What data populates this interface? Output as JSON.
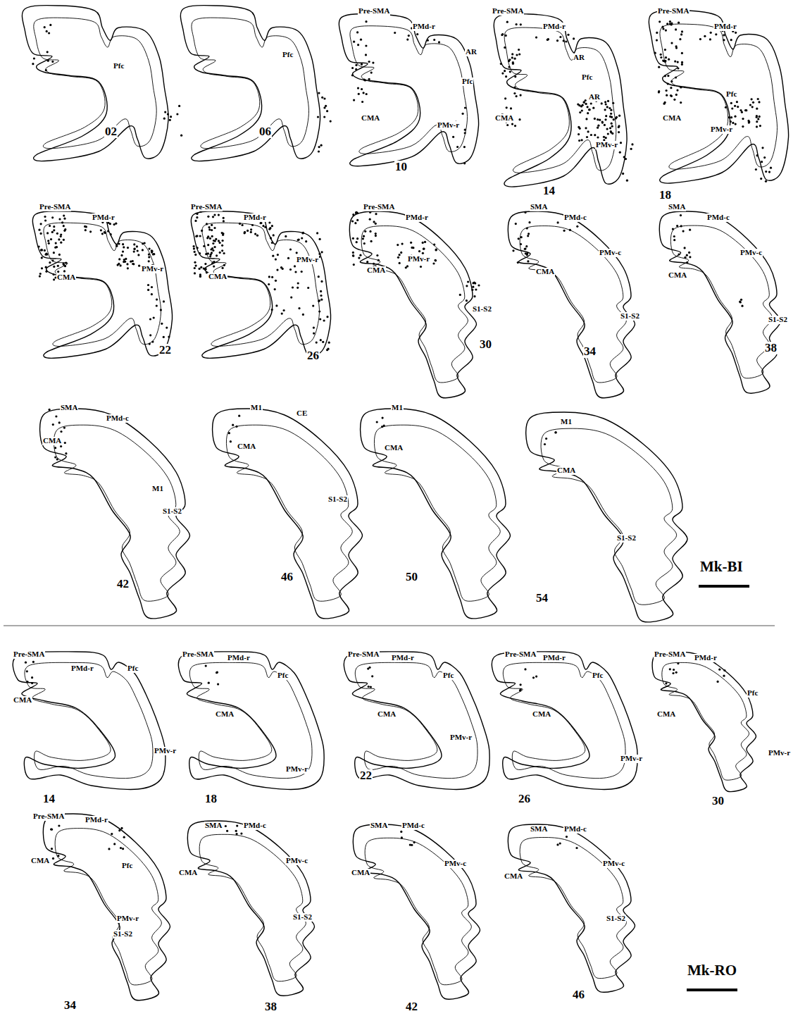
{
  "diagram": {
    "labels": [
      "Pfc",
      "02",
      "Pfc",
      "06",
      "Pre-SMA",
      "PMd-r",
      "AR",
      "CMA",
      "Pfc",
      "PMv-r",
      "10",
      "Pre-SMA",
      "PMd-r",
      "AR",
      "CMA",
      "Pfc",
      "AR",
      "PMv-r",
      "14",
      "Pre-SMA",
      "PMd-r",
      "CMA",
      "Pfc",
      "PMv-r",
      "18",
      "Pre-SMA",
      "PMd-r",
      "PMv-r",
      "CMA",
      "22",
      "Pre-SMA",
      "PMd-r",
      "PMv-r",
      "CMA",
      "26",
      "Pre-SMA",
      "PMd-r",
      "PMv-r",
      "CMA",
      "S1-S2",
      "30",
      "SMA",
      "PMd-c",
      "PMv-c",
      "CMA",
      "S1-S2",
      "34",
      "SMA",
      "PMd-c",
      "PMv-c",
      "CMA",
      "S1-S2",
      "38",
      "SMA",
      "PMd-c",
      "CMA",
      "M1",
      "S1-S2",
      "42",
      "M1",
      "CE",
      "CMA",
      "S1-S2",
      "46",
      "M1",
      "CMA",
      "50",
      "M1",
      "CMA",
      "S1-S2",
      "54",
      "Mk-BI",
      "Pre-SMA",
      "PMd-r",
      "Pfc",
      "CMA",
      "PMv-r",
      "14",
      "Pre-SMA",
      "PMd-r",
      "Pfc",
      "CMA",
      "PMv-r",
      "18",
      "Pre-SMA",
      "PMd-r",
      "Pfc",
      "CMA",
      "PMv-r",
      "22",
      "Pre-SMA",
      "PMd-r",
      "Pfc",
      "CMA",
      "PMv-r",
      "26",
      "Pre-SMA",
      "PMd-r",
      "Pfc",
      "CMA",
      "PMv-r",
      "30",
      "Pre-SMA",
      "PMd-r",
      "Pfc",
      "CMA",
      "PMv-r",
      "S1-S2",
      "34",
      "SMA",
      "PMd-c",
      "PMv-c",
      "CMA",
      "S1-S2",
      "38",
      "SMA",
      "PMd-c",
      "PMv-c",
      "CMA",
      "42",
      "SMA",
      "PMd-c",
      "PMv-c",
      "CMA",
      "S1-S2",
      "46",
      "Mk-RO"
    ]
  }
}
